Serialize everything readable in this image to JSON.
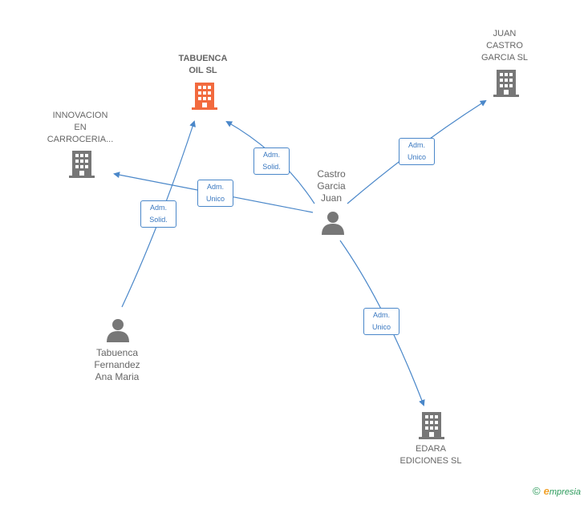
{
  "nodes": {
    "tabuenca_oil": {
      "lines": [
        "TABUENCA",
        "OIL  SL"
      ],
      "icon": "building-icon",
      "color": "#f26a3e"
    },
    "innovacion": {
      "lines": [
        "INNOVACION",
        "EN",
        "CARROCERIA..."
      ],
      "icon": "building-icon",
      "color": "#777777"
    },
    "juan_castro": {
      "lines": [
        "JUAN",
        "CASTRO",
        "GARCIA SL"
      ],
      "icon": "building-icon",
      "color": "#777777"
    },
    "edara": {
      "lines": [
        "EDARA",
        "EDICIONES SL"
      ],
      "icon": "building-icon",
      "color": "#777777"
    },
    "castro_garcia": {
      "lines": [
        "Castro",
        "Garcia",
        "Juan"
      ],
      "icon": "person-icon",
      "color": "#777777"
    },
    "tabuenca_fernandez": {
      "lines": [
        "Tabuenca",
        "Fernandez",
        "Ana Maria"
      ],
      "icon": "person-icon",
      "color": "#777777"
    }
  },
  "edges": [
    {
      "lines": [
        "Adm.",
        "Solid."
      ]
    },
    {
      "lines": [
        "Adm.",
        "Unico"
      ]
    },
    {
      "lines": [
        "Adm.",
        "Unico"
      ]
    },
    {
      "lines": [
        "Adm.",
        "Unico"
      ]
    },
    {
      "lines": [
        "Adm.",
        "Solid."
      ]
    }
  ],
  "colors": {
    "edge": "#4a87c9",
    "main_company": "#f26a3e",
    "node": "#777777"
  },
  "brand": {
    "copyright": "©",
    "initial": "e",
    "rest": "mpresia"
  }
}
